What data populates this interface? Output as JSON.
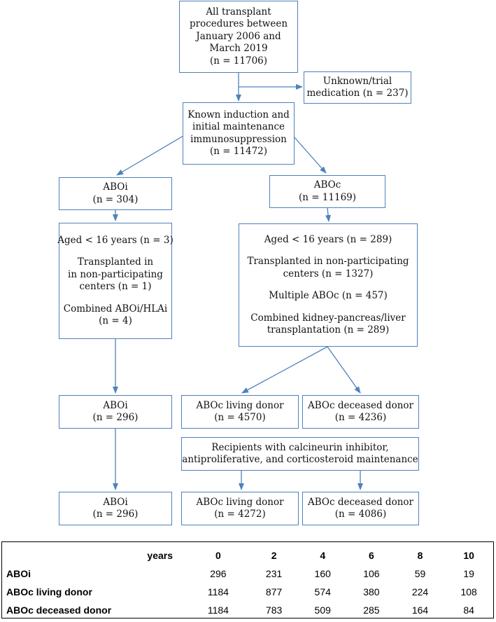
{
  "flowchart": {
    "all": [
      "All transplant",
      "procedures between",
      "January 2006 and",
      "March 2019",
      "(n = 11706)"
    ],
    "unknown": [
      "Unknown/trial",
      "medication (n = 237)"
    ],
    "known": [
      "Known induction and",
      "initial maintenance",
      "immunosuppression",
      "(n = 11472)"
    ],
    "aboi_1": [
      "ABOi",
      "(n = 304)"
    ],
    "aboc_1": [
      "ABOc",
      "(n = 11169)"
    ],
    "aboi_excl": {
      "item1": [
        "Aged < 16 years (n = 3)"
      ],
      "item2": [
        "Transplanted in",
        "in non-participating",
        "centers (n = 1)"
      ],
      "item3": [
        "Combined ABOi/HLAi",
        "(n = 4)"
      ]
    },
    "aboc_excl": {
      "item1": [
        "Aged < 16 years (n = 289)"
      ],
      "item2": [
        "Transplanted in non-participating",
        "centers (n = 1327)"
      ],
      "item3": [
        "Multiple ABOc (n = 457)"
      ],
      "item4": [
        "Combined kidney-pancreas/liver",
        "transplantation (n = 289)"
      ]
    },
    "aboi_2": [
      "ABOi",
      "(n = 296)"
    ],
    "aboc_living_1": [
      "ABOc living donor",
      "(n = 4570)"
    ],
    "aboc_deceased_1": [
      "ABOc deceased donor",
      "(n = 4236)"
    ],
    "recipients": [
      "Recipients with calcineurin inhibitor,",
      "antiproliferative, and corticosteroid maintenance"
    ],
    "aboi_3": [
      "ABOi",
      "(n = 296)"
    ],
    "aboc_living_2": [
      "ABOc living donor",
      "(n = 4272)"
    ],
    "aboc_deceased_2": [
      "ABOc deceased donor",
      "(n = 4086)"
    ]
  },
  "table": {
    "header_label": "years",
    "years": [
      "0",
      "2",
      "4",
      "6",
      "8",
      "10"
    ],
    "rows": [
      {
        "label": "ABOi",
        "values": [
          "296",
          "231",
          "160",
          "106",
          "59",
          "19"
        ]
      },
      {
        "label": "ABOc living donor",
        "values": [
          "1184",
          "877",
          "574",
          "380",
          "224",
          "108"
        ]
      },
      {
        "label": "ABOc deceased donor",
        "values": [
          "1184",
          "783",
          "509",
          "285",
          "164",
          "84"
        ]
      }
    ]
  },
  "colors": {
    "box_border": "#4e81bd",
    "arrow": "#4e81bd"
  }
}
